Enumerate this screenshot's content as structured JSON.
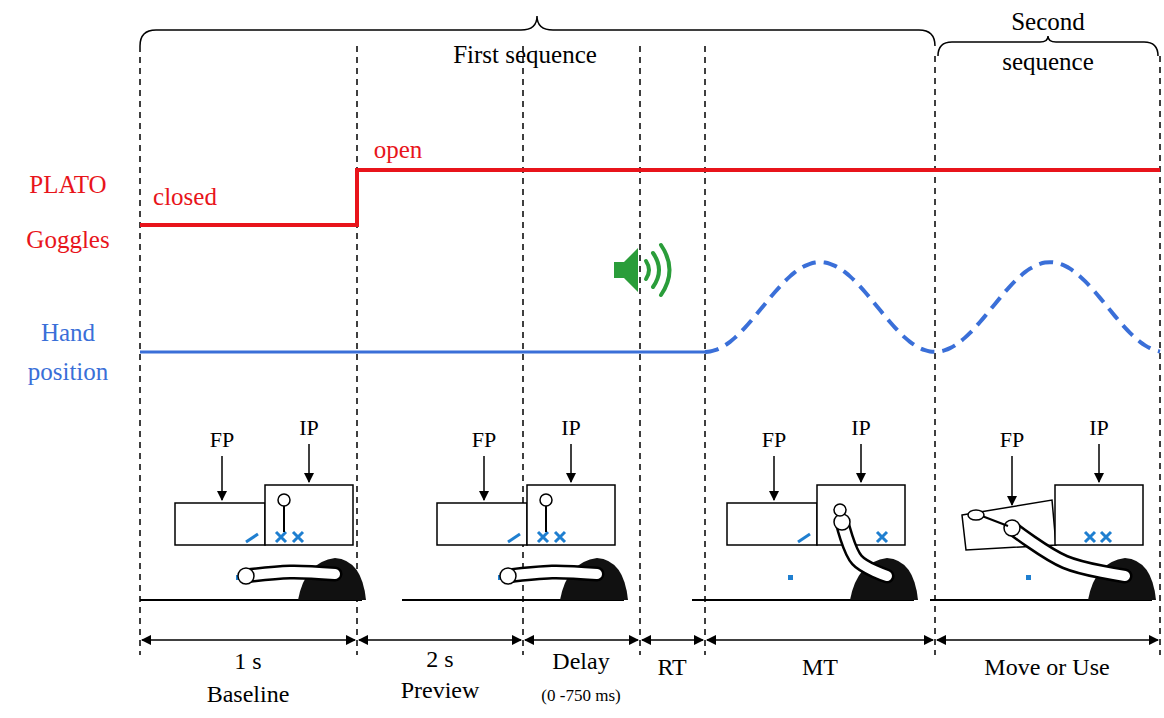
{
  "diagram": {
    "labels": [
      "First sequence",
      "Second sequence",
      "PLATO Goggles",
      "closed",
      "open",
      "Hand position",
      "FP",
      "IP",
      "FP",
      "IP",
      "FP",
      "IP",
      "FP",
      "IP",
      "1 s",
      "Baseline",
      "2 s",
      "Preview",
      "Delay",
      "(0 -750 ms)",
      "RT",
      "MT",
      "Move or Use"
    ]
  }
}
